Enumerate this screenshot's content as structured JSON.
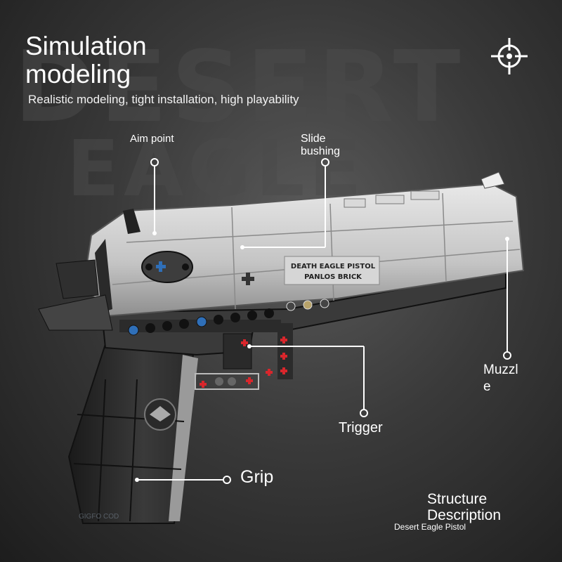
{
  "background": {
    "word_line1": "DESERT",
    "word_line2": "EAGLE"
  },
  "heading": {
    "title": "Simulation modeling",
    "subtitle": "Realistic modeling, tight installation, high playability"
  },
  "gun_text": {
    "line1": "DEATH EAGLE PISTOL",
    "line2": "PANLOS BRICK"
  },
  "callouts": {
    "aim_point": "Aim point",
    "slide_bushing": "Slide bushing",
    "muzzle": "Muzzle",
    "trigger": "Trigger",
    "grip": "Grip"
  },
  "footer": {
    "structure": "Structure Description",
    "product": "Desert Eagle Pistol",
    "watermark": "GIGFO COD"
  },
  "icons": [
    "crosshair-icon",
    "plus-stud-icon"
  ],
  "colors": {
    "background": "#2e2e2e",
    "slide": "#c9c9c9",
    "frame": "#3b3b3b",
    "grip": "#222222",
    "accent_red": "#d8262c",
    "accent_blue": "#2f6fb8"
  }
}
